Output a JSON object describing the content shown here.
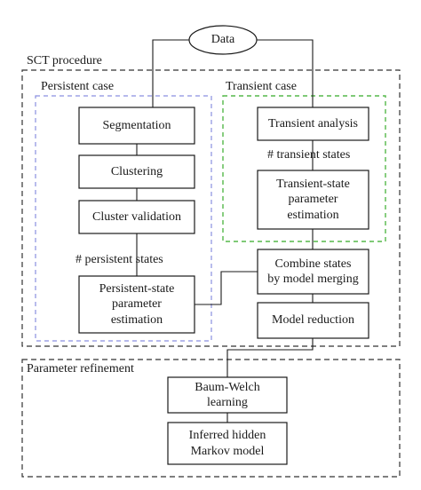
{
  "diagram": {
    "start_node": "Data",
    "regions": {
      "sct_procedure": "SCT procedure",
      "persistent_case": "Persistent case",
      "transient_case": "Transient case",
      "parameter_refinement": "Parameter refinement"
    },
    "persistent_steps": {
      "segmentation": "Segmentation",
      "clustering": "Clustering",
      "cluster_validation": "Cluster validation",
      "persistent_count": "# persistent states",
      "persistent_estimation": "Persistent-state\nparameter\nestimation"
    },
    "transient_steps": {
      "transient_analysis": "Transient analysis",
      "transient_count": "# transient states",
      "transient_estimation": "Transient-state\nparameter\nestimation"
    },
    "merge_steps": {
      "combine_states": "Combine states\nby model merging",
      "model_reduction": "Model reduction"
    },
    "refinement_steps": {
      "baum_welch": "Baum-Welch\nlearning",
      "inferred_hmm": "Inferred hidden\nMarkov model"
    },
    "colors": {
      "persistent_frame": "#8a8fe0",
      "transient_frame": "#55b84a",
      "outer_frame": "#333333",
      "box_stroke": "#1a1a1a"
    }
  }
}
